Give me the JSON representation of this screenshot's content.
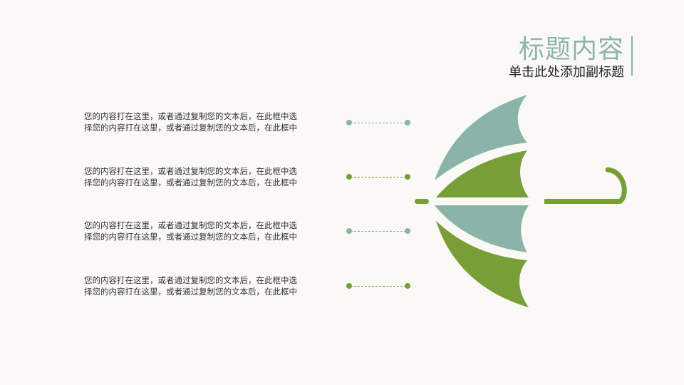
{
  "header": {
    "title": "标题内容",
    "subtitle": "单击此处添加副标题"
  },
  "colors": {
    "background": "#faf9f5",
    "teal": "#8ab4a7",
    "green": "#789e37",
    "text": "#333333"
  },
  "items": [
    {
      "line1": "您的内容打在这里，或者通过复制您的文本后，在此框中选",
      "line2": "择您的内容打在这里，或者通过复制您的文本后，在此框中",
      "color": "teal"
    },
    {
      "line1": "您的内容打在这里，或者通过复制您的文本后，在此框中选",
      "line2": "择您的内容打在这里，或者通过复制您的文本后，在此框中",
      "color": "green"
    },
    {
      "line1": "您的内容打在这里，或者通过复制您的文本后，在此框中选",
      "line2": "择您的内容打在这里，或者通过复制您的文本后，在此框中",
      "color": "teal"
    },
    {
      "line1": "您的内容打在这里，或者通过复制您的文本后，在此框中选",
      "line2": "择您的内容打在这里，或者通过复制您的文本后，在此框中",
      "color": "green"
    }
  ],
  "graphic": {
    "icon": "umbrella-icon"
  }
}
